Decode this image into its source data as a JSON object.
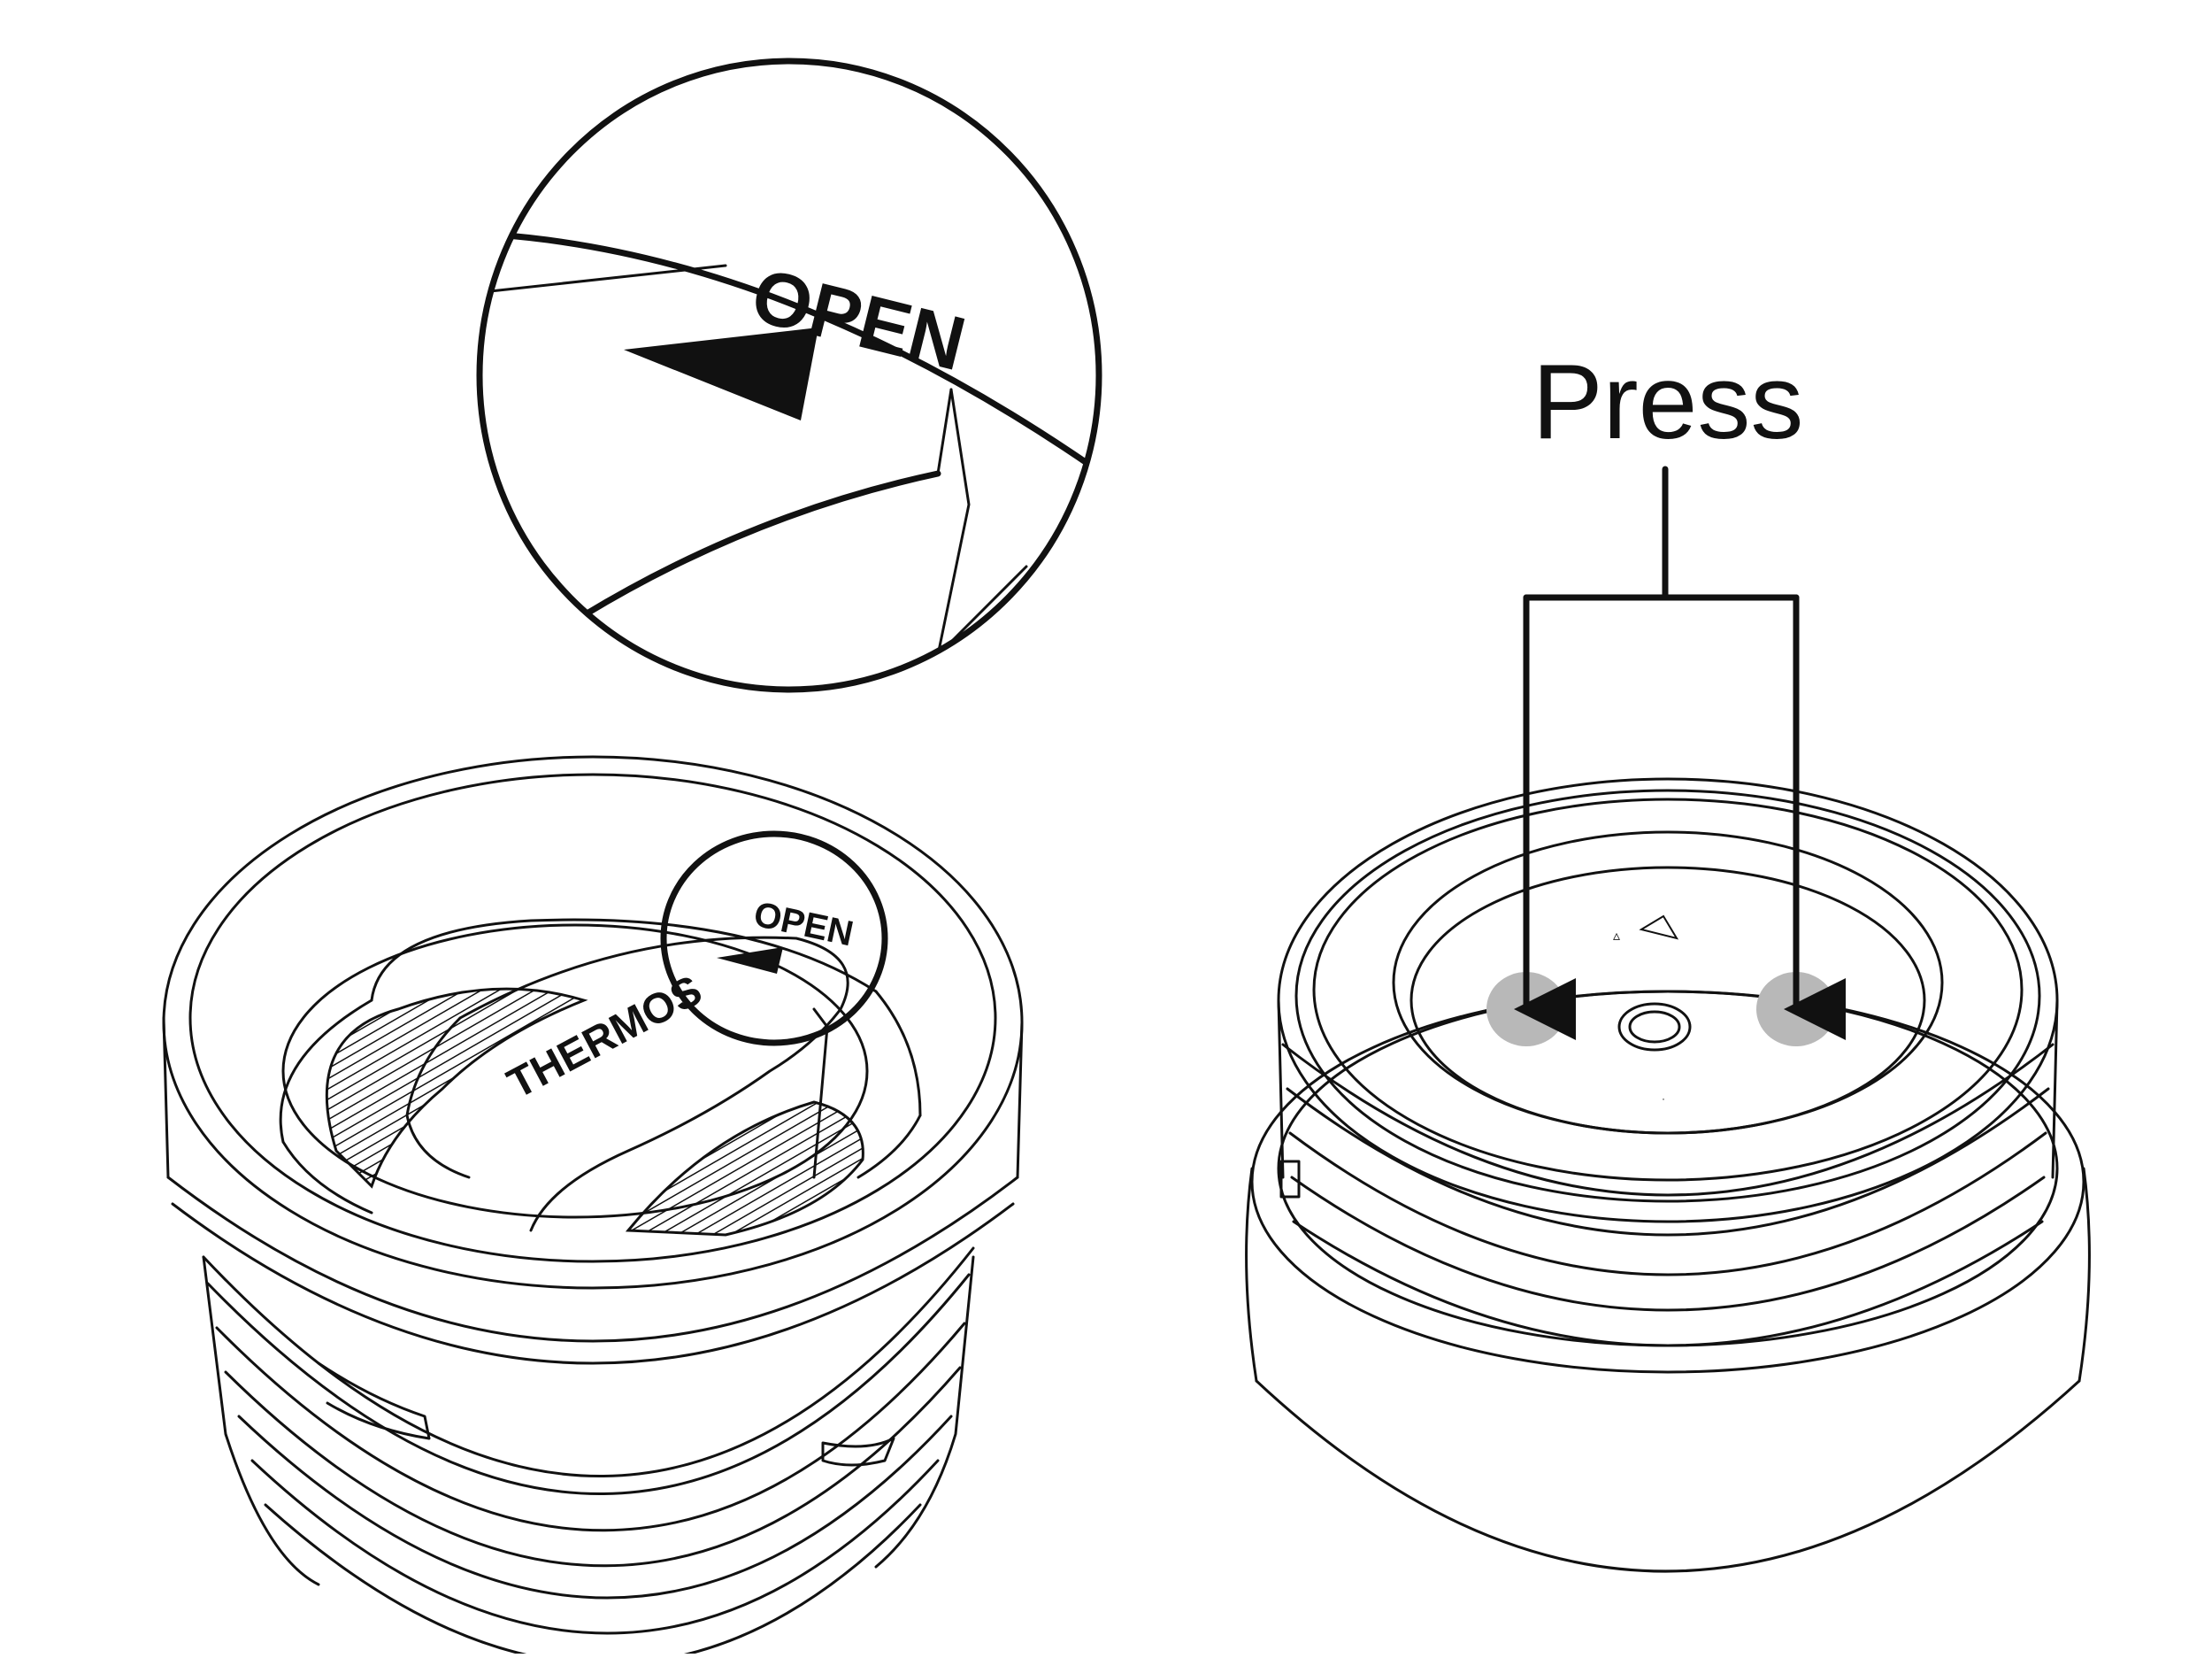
{
  "diagram": {
    "press_label": "Press",
    "open_label": "OPEN",
    "brand_label": "THERMOS",
    "colors": {
      "line": "#111111",
      "press_point": "#b8b8b8",
      "background": "#ffffff"
    }
  }
}
